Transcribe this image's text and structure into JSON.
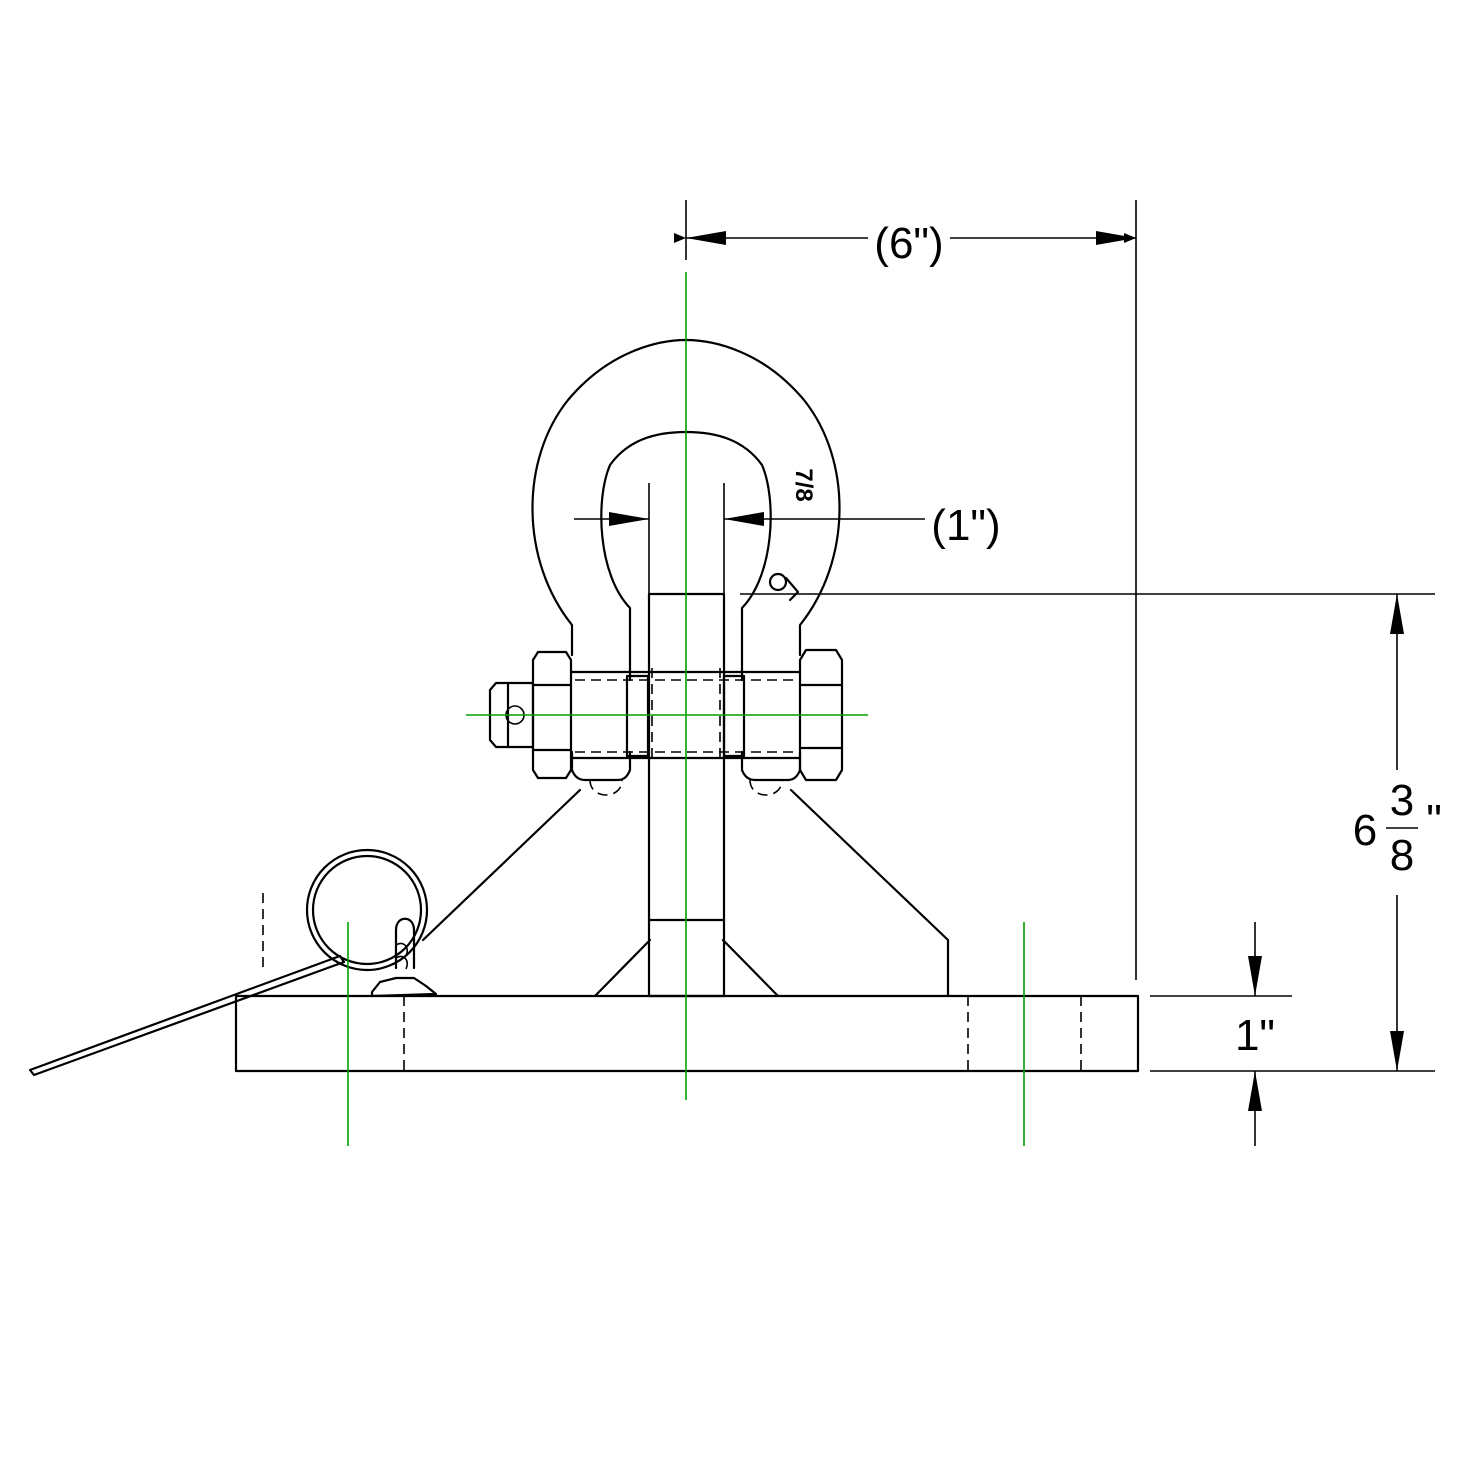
{
  "drawing": {
    "colors": {
      "line": "#000000",
      "centerline": "#00a000",
      "background": "#ffffff"
    },
    "dimensions": {
      "width_top": "(6\")",
      "pin_gap": "(1\")",
      "height_whole": "6",
      "height_num": "3",
      "height_den": "8",
      "height_unit": "\"",
      "plate_thickness": "1\""
    },
    "markings": {
      "shackle_size": "7/8"
    }
  }
}
